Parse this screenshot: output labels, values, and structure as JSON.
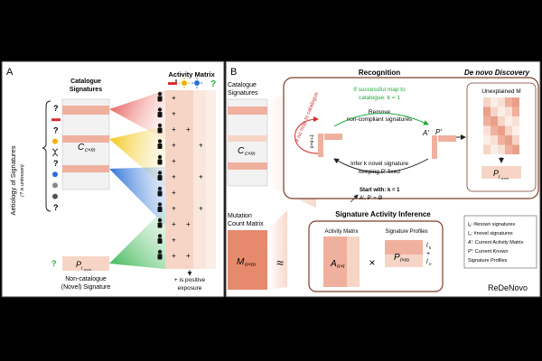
{
  "panel_a": {
    "label": "A",
    "activity_matrix_title": "Activity Matrix",
    "catalogue_title_line1": "Catalogue",
    "catalogue_title_line2": "Signatures",
    "aetiology_line1": "Aetiology of Signatures",
    "aetiology_line2": "(? is unknown)",
    "catalogue_matrix_label": "C",
    "catalogue_matrix_sub": "c×m",
    "novel_matrix_label": "P",
    "novel_matrix_sub": "l",
    "novel_matrix_sub2": "n×m",
    "novel_caption_line1": "Non-catalogue",
    "novel_caption_line2": "(Novel) Signature",
    "question_mark": "?",
    "plus": "+",
    "exposure_line1": "+ is positive",
    "exposure_line2": "exposure",
    "aetiology_icons": [
      "question-mark",
      "smoking-icon",
      "question-mark",
      "sun-icon",
      "dna-icon",
      "question-mark",
      "virus-icon",
      "chemical-icon",
      "drug-icon",
      "question-mark"
    ],
    "exposure_rows": [
      [
        "+"
      ],
      [
        "+"
      ],
      [
        "+",
        "+"
      ],
      [
        "+",
        "+"
      ],
      [
        "+"
      ],
      [
        "+",
        "+"
      ],
      [
        "+"
      ],
      [
        "+",
        "+"
      ],
      [
        "+",
        "+"
      ],
      [
        "+"
      ],
      [
        "+",
        "+"
      ]
    ]
  },
  "panel_b": {
    "label": "B",
    "catalogue_title_line1": "Catalogue",
    "catalogue_title_line2": "Signatures",
    "catalogue_matrix_label": "C",
    "catalogue_matrix_sub": "c×m",
    "mutation_title_line1": "Mutation",
    "mutation_title_line2": "Count Matrix",
    "mutation_matrix_label": "M",
    "mutation_matrix_sub": "n×m",
    "approx": "≈",
    "recognition_title": "Recognition",
    "denovo_title": "De novo Discovery",
    "success_line1": "If successful map to",
    "success_line2": "catalogue: k = 1",
    "remove_line1": "Remove",
    "remove_line2": "non-compliant signatures",
    "no_map_label": "If no map to catalogue",
    "k_plus": "k=k+1",
    "a_prime": "A'",
    "p_prime": "P'",
    "infer_line1": "Infer k novel signature",
    "infer_line2": "keeping P' fixed",
    "start_line1": "Start with: k = 1",
    "start_line2": "A', P' = Ø",
    "unexplained_label": "Unexplained M",
    "novel_label": "P",
    "novel_sub": "l",
    "novel_sub2": "n×m",
    "sai_title": "Signature Activity Inference",
    "activity_matrix_label": "Activity Matrix",
    "signature_profiles_label": "Signature Profiles",
    "a_matrix": "A",
    "a_sub": "n×l",
    "times": "×",
    "p_matrix": "P",
    "p_sub": "l×m",
    "side_lk": "l",
    "side_lk_sub": "k",
    "side_plus": "+",
    "side_ln": "l",
    "side_ln_sub": "n",
    "legend": [
      {
        "sym": "l",
        "sub": "k",
        "text": ": #known signatures"
      },
      {
        "sym": "l",
        "sub": "n",
        "text": ": #novel signatures"
      },
      {
        "sym": "A'",
        "sub": "",
        "text": ": Current Activity Matrix"
      },
      {
        "sym": "P'",
        "sub": "",
        "text": ": Current Known"
      },
      {
        "sym": "",
        "sub": "",
        "text": "Signature Profiles"
      }
    ],
    "tool_name": "ReDeNovo"
  },
  "colors": {
    "light_pink": "#f6d5c6",
    "mid_pink": "#f0b09e",
    "dark_salmon": "#e58a6c",
    "panel_border": "#7b3f2c",
    "red": "#d32f2f",
    "green": "#1faa3a",
    "blue": "#2a6fd6"
  }
}
